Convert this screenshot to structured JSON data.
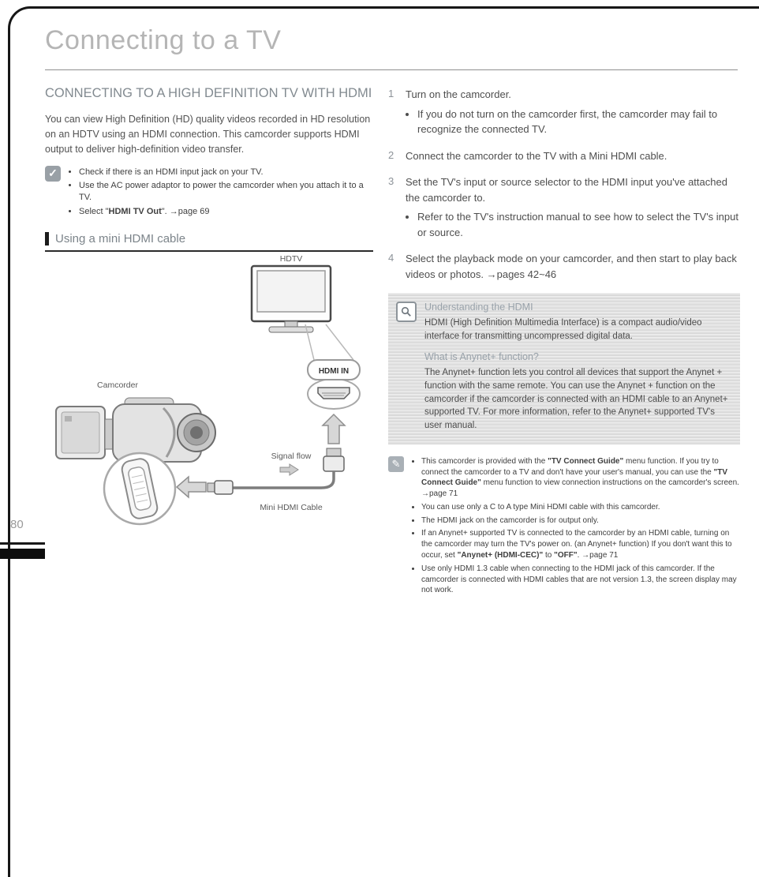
{
  "page": {
    "number": "80",
    "title": "Connecting to a TV"
  },
  "left": {
    "heading": "CONNECTING TO A HIGH DEFINITION TV WITH HDMI",
    "intro": "You can view High Definition (HD) quality videos recorded in HD resolution on an HDTV using an HDMI connection. This camcorder supports HDMI output to deliver high-definition video transfer.",
    "check_notes": [
      "Check if there is an HDMI input jack on your TV.",
      "Use the AC power adaptor to power the camcorder when you attach it to a TV.",
      "Select \"**HDMI TV Out**\". →page 69"
    ],
    "subheading": "Using a mini HDMI cable",
    "diagram": {
      "hdtv_label": "HDTV",
      "camcorder_label": "Camcorder",
      "hdmi_in_label": "HDMI IN",
      "signal_flow_label": "Signal flow",
      "cable_label": "Mini HDMI Cable"
    }
  },
  "right": {
    "steps": [
      {
        "num": "1",
        "text": "Turn on the camcorder.",
        "bullets": [
          "If you do not turn on the camcorder first, the camcorder may fail to recognize the connected TV."
        ]
      },
      {
        "num": "2",
        "text": "Connect the camcorder to the TV with a Mini HDMI cable."
      },
      {
        "num": "3",
        "text": "Set the TV's input or source selector to the HDMI input you've attached the camcorder to.",
        "bullets": [
          "Refer to the TV's instruction manual to see how to select the TV's input or source."
        ]
      },
      {
        "num": "4",
        "text": "Select the playback mode on your camcorder, and then start to play back videos or photos. →pages 42~46"
      }
    ],
    "info_box": {
      "heading1": "Understanding the HDMI",
      "para1": "HDMI (High Definition Multimedia Interface) is a compact audio/video interface for transmitting uncompressed digital data.",
      "heading2": "What is Anynet+ function?",
      "para2": "The Anynet+ function lets you control all devices that support the Anynet + function with the same remote. You can use the Anynet + function on the camcorder if the camcorder is connected with an HDMI cable to an Anynet+ supported TV. For more information, refer to the Anynet+ supported TV's user manual."
    },
    "notes": [
      "This camcorder is provided with the **\"TV Connect Guide\"** menu function. If you try to connect the camcorder to a TV and don't have your user's manual, you can use the **\"TV Connect Guide\"** menu function to view connection instructions on the camcorder's screen. →page 71",
      "You can use only a C to A type Mini HDMI cable with this camcorder.",
      "The HDMI jack on the camcorder is for output only.",
      "If an Anynet+ supported TV is connected to the camcorder by an HDMI cable, turning on the camcorder may turn the TV's power on. (an Anynet+ function) If you don't want this to occur, set **\"Anynet+ (HDMI-CEC)\"** to **\"OFF\"**. →page 71",
      "Use only HDMI 1.3 cable when connecting to the HDMI jack of this camcorder. If the camcorder is connected with HDMI cables that are not version 1.3, the screen display may not work."
    ]
  }
}
